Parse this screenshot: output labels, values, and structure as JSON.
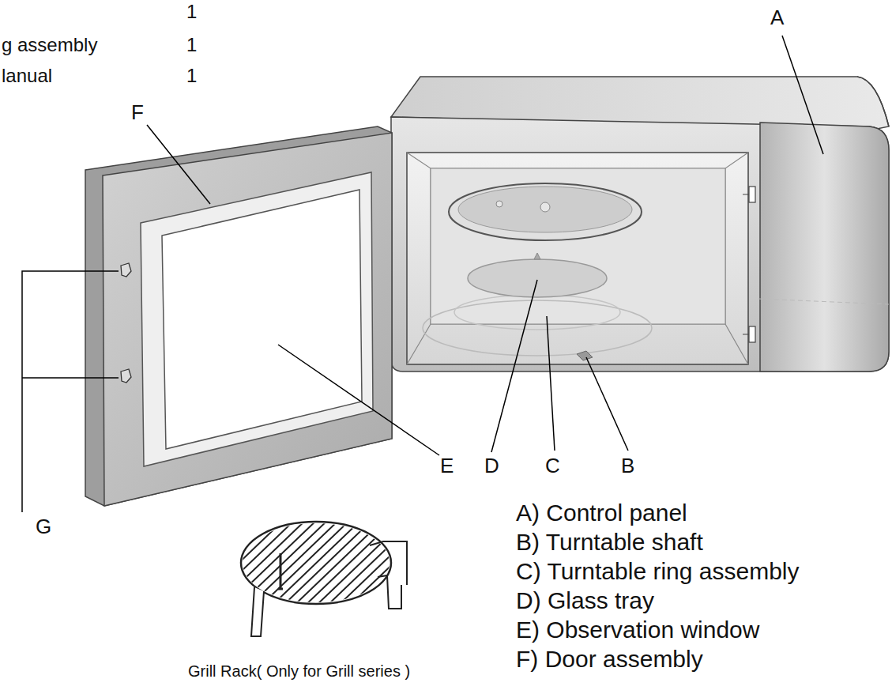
{
  "diagram": {
    "labels": [
      "1",
      "g assembly",
      "1",
      "lanual",
      "1",
      "A",
      "F",
      "G",
      "E",
      "D",
      "C",
      "B",
      "A) Control panel",
      "B) Turntable shaft",
      "C) Turntable ring assembly",
      "D) Glass tray",
      "E) Observation window",
      "F) Door assembly",
      "Grill Rack( Only for Grill series )"
    ]
  }
}
